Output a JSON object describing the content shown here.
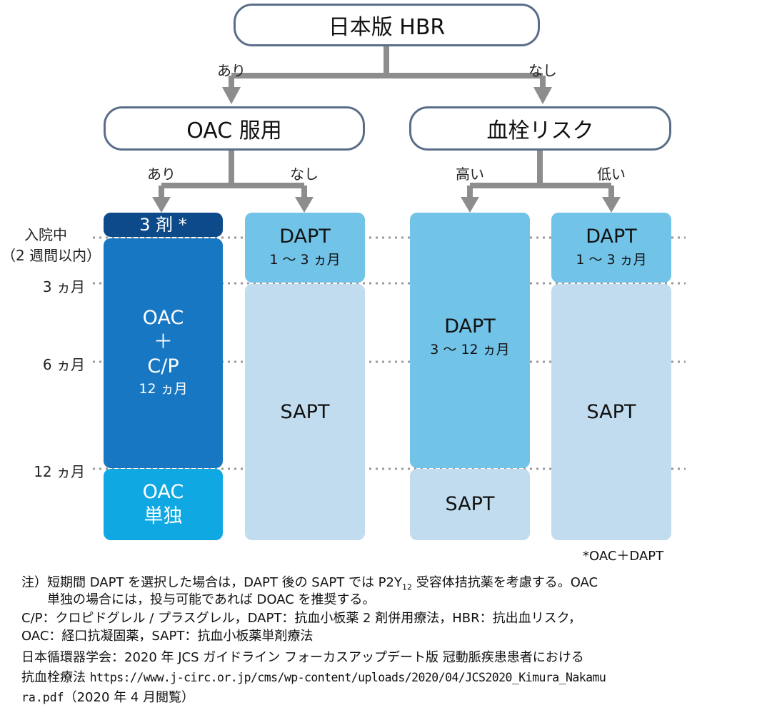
{
  "title": "日本版 HBR",
  "branch_top": {
    "yes": "あり",
    "no": "なし"
  },
  "oac_node": "OAC 服用",
  "risk_node": "血栓リスク",
  "branch_oac": {
    "yes": "あり",
    "no": "なし"
  },
  "branch_risk": {
    "high": "高い",
    "low": "低い"
  },
  "timeline": {
    "admission_line1": "入院中",
    "admission_line2": "（2 週間以内）",
    "m3": "3 ヵ月",
    "m6": "6 ヵ月",
    "m12": "12 ヵ月"
  },
  "col1": {
    "triple": "3 剤 *",
    "oac_cp_line1": "OAC",
    "oac_cp_plus": "＋",
    "oac_cp_line2": "C/P",
    "oac_cp_duration": "12 ヵ月",
    "oac_alone_line1": "OAC",
    "oac_alone_line2": "単独"
  },
  "col2": {
    "dapt": "DAPT",
    "dapt_duration": "1 ～ 3 ヵ月",
    "sapt": "SAPT"
  },
  "col3": {
    "dapt": "DAPT",
    "dapt_duration": "3 ～ 12 ヵ月",
    "sapt": "SAPT"
  },
  "col4": {
    "dapt": "DAPT",
    "dapt_duration": "1 ～ 3 ヵ月",
    "sapt": "SAPT"
  },
  "footnote_star": "*OAC＋DAPT",
  "notes": {
    "note_label": "注）",
    "note_a": "短期間 DAPT を選択した場合は，DAPT 後の SAPT では P2Y",
    "note_sub": "12",
    "note_b": " 受容体拮抗薬を考慮する。OAC",
    "note_line2": "単独の場合には，投与可能であれば DOAC を推奨する。",
    "abbr_line1": "C/P：クロピドグレル / プラスグレル，DAPT：抗血小板薬 2 剤併用療法，HBR：抗出血リスク，",
    "abbr_line2": "OAC：経口抗凝固薬，SAPT：抗血小板薬単剤療法",
    "source_line1": "日本循環器学会：2020 年 JCS ガイドライン フォーカスアップデート版 冠動脈疾患患者における",
    "source_line2_label": "抗血栓療法",
    "source_line2_url": "https://www.j-circ.or.jp/cms/wp-content/uploads/2020/04/JCS2020_Kimura_Nakamu",
    "source_line3_url": "ra.pdf",
    "source_line3_rest": "（2020 年 4 月閲覧）"
  },
  "colors": {
    "connector": "#8d8d8d",
    "node_border": "#5a6e88",
    "triple": "#0d4a8a",
    "oac_cp": "#1877c2",
    "oac_alone": "#0fa8e3",
    "dapt_light": "#72c3e8",
    "sapt_light": "#c0dcee",
    "dotted": "#9a9a9a"
  }
}
